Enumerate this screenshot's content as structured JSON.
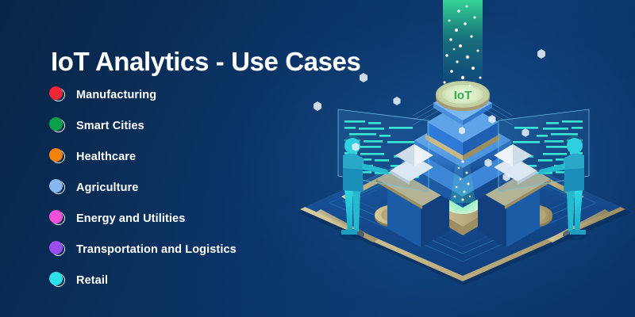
{
  "page": {
    "title": "IoT Analytics - Use Cases",
    "background_color": "#0a3160"
  },
  "use_cases": [
    {
      "label": "Manufacturing",
      "color": "#ee2737"
    },
    {
      "label": "Smart Cities",
      "color": "#0aa04a"
    },
    {
      "label": "Healthcare",
      "color": "#f5820b"
    },
    {
      "label": "Agriculture",
      "color": "#8ab6ef"
    },
    {
      "label": "Energy and Utilities",
      "color": "#f250d8"
    },
    {
      "label": "Transportation and Logistics",
      "color": "#9a4ef0"
    },
    {
      "label": "Retail",
      "color": "#2ee0e8"
    }
  ],
  "illustration": {
    "name": "iot-analytics-isometric-illustration",
    "chip_label": "IoT",
    "colors": {
      "platform_top": "#12488f",
      "platform_edge": "#c9b886",
      "tower_blue": "#2f7ad6",
      "tower_light": "#5fa4e8",
      "gold": "#c9b886",
      "glow_green": "#2ee08a",
      "screen_code": "#3bf0d8",
      "person": "#2bd4e0"
    },
    "figures": [
      {
        "name": "analyst-left",
        "facing": "right"
      },
      {
        "name": "analyst-right",
        "facing": "left"
      }
    ],
    "particle_streams": [
      "upward-green-data-stream",
      "downward-data-stream"
    ],
    "floating_nodes": 9
  }
}
